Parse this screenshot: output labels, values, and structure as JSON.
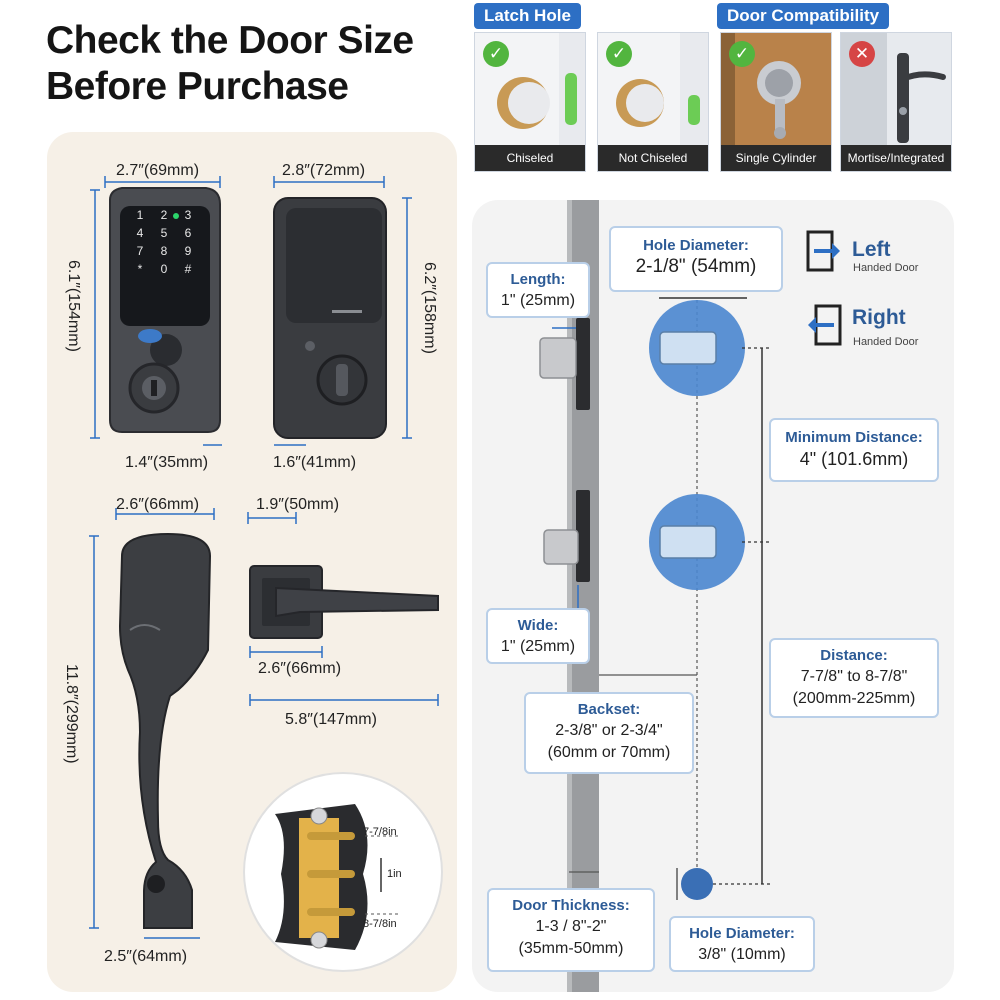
{
  "title": {
    "line1": "Check the Door Size",
    "line2": "Before Purchase"
  },
  "tags": {
    "latch_hole": "Latch Hole",
    "door_compat": "Door Compatibility"
  },
  "tiles": [
    {
      "caption": "Chiseled",
      "status": "check"
    },
    {
      "caption": "Not Chiseled",
      "status": "check"
    },
    {
      "caption": "Single Cylinder",
      "status": "check"
    },
    {
      "caption": "Mortise/Integrated",
      "status": "cross"
    }
  ],
  "dims": {
    "keypad_width": "2.7″(69mm)",
    "keypad_height": "6.1″(154mm)",
    "keypad_depth": "1.4″(35mm)",
    "interior_width": "2.8″(72mm)",
    "interior_height": "6.2″(158mm)",
    "interior_depth": "1.6″(41mm)",
    "handle_width": "2.6″(66mm)",
    "handle_height": "11.8″(299mm)",
    "handle_bottom": "2.5″(64mm)",
    "lever_depth": "1.9″(50mm)",
    "lever_base": "2.6″(66mm)",
    "lever_length": "5.8″(147mm)",
    "screw_upper": "7-7/8in",
    "screw_gap": "1in",
    "screw_lower": "8-7/8in"
  },
  "callouts": {
    "hole_diameter": {
      "heading": "Hole Diameter:",
      "value": "2-1/8\" (54mm)"
    },
    "length": {
      "heading": "Length:",
      "value": "1\" (25mm)"
    },
    "min_distance": {
      "heading": "Minimum Distance:",
      "value": "4\" (101.6mm)"
    },
    "wide": {
      "heading": "Wide:",
      "value": "1\" (25mm)"
    },
    "distance": {
      "heading": "Distance:",
      "line1": "7-7/8\" to 8-7/8\"",
      "line2": "(200mm-225mm)"
    },
    "backset": {
      "heading": "Backset:",
      "line1": "2-3/8\" or 2-3/4\"",
      "line2": "(60mm or 70mm)"
    },
    "door_thickness": {
      "heading": "Door Thickness:",
      "line1": "1-3 / 8\"-2\"",
      "line2": "(35mm-50mm)"
    },
    "small_hole": {
      "heading": "Hole Diameter:",
      "value": "3/8\" (10mm)"
    }
  },
  "handedness": {
    "left": {
      "label": "Left",
      "sub": "Handed Door"
    },
    "right": {
      "label": "Right",
      "sub": "Handed Door"
    }
  },
  "keypad_digits": [
    "1",
    "2",
    "3",
    "4",
    "5",
    "6",
    "7",
    "8",
    "9",
    "*",
    "0",
    "#"
  ],
  "colors": {
    "accent": "#2d6fc4",
    "ok": "#52b53f",
    "bad": "#d64545",
    "hardware": "#3a3c40",
    "hole_blue": "#4a86cf"
  }
}
